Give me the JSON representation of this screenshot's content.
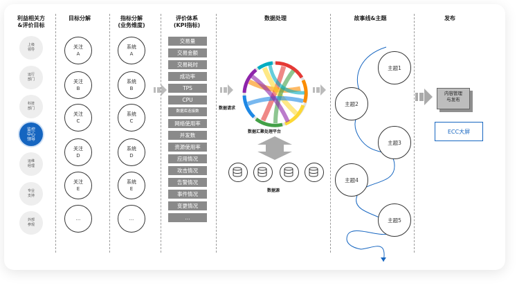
{
  "columns": {
    "stakeholders": "利益相关方\n&评价目标",
    "objectives": "目标分解",
    "indicators": "指标分解\n(业务维度)",
    "evaluation": "评价体系\n(KPI指标)",
    "processing": "数据处理",
    "storyline": "故事线&主题",
    "publish": "发布"
  },
  "stakeholders": [
    {
      "label": "上级\n领导",
      "active": false
    },
    {
      "label": "运行\n部门",
      "active": false
    },
    {
      "label": "科技\n部门",
      "active": false
    },
    {
      "label": "监控\n中心\n领导",
      "active": true
    },
    {
      "label": "运维\n经理",
      "active": false
    },
    {
      "label": "专业\n支持",
      "active": false
    },
    {
      "label": "外部\n参观",
      "active": false
    }
  ],
  "objectives": [
    "关注\nA",
    "关注\nB",
    "关注\nC",
    "关注\nD",
    "关注\nE",
    "..."
  ],
  "indicators": [
    "系统\nA",
    "系统\nB",
    "系统\nC",
    "系统\nD",
    "系统\nE",
    "..."
  ],
  "metrics": [
    "交易量",
    "交易金额",
    "交易耗时",
    "成功率",
    "TPS",
    "CPU",
    "数据库连接数",
    "网络使用率",
    "并发数",
    "资源使用率",
    "应用情况",
    "攻击情况",
    "告警情况",
    "事件情况",
    "变更情况",
    "..."
  ],
  "processing": {
    "request_label": "数据请求",
    "platform_label": "数据汇聚处理平台",
    "source_label": "数据源"
  },
  "topics": [
    "主题1",
    "主题2",
    "主题3",
    "主题4",
    "主题5"
  ],
  "publish": {
    "content_box": "内容管理\n与发布",
    "ecc": "ECC大屏"
  },
  "colors": {
    "accent": "#1565c0",
    "metric_bg": "#8a8a8a"
  }
}
